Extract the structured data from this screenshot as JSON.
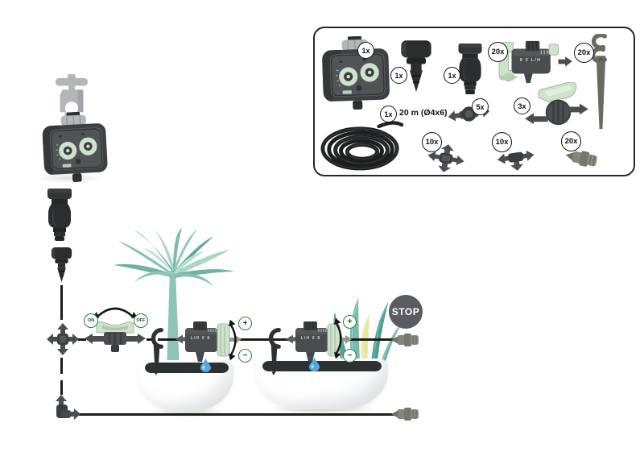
{
  "kit_box": {
    "items": [
      {
        "id": "water-timer",
        "qty": "1x"
      },
      {
        "id": "tap-adapter",
        "qty": "1x"
      },
      {
        "id": "tube-adapter",
        "qty": "1x"
      },
      {
        "id": "adjustable-dripper",
        "qty": "20x",
        "body_text": "8 0 L/H"
      },
      {
        "id": "hook-stake",
        "qty": "20x"
      },
      {
        "id": "distribution-hose",
        "qty": "1x",
        "label": "20 m (Ø4x6)"
      },
      {
        "id": "straight-connector",
        "qty": "5x"
      },
      {
        "id": "shut-off-valve",
        "qty": "3x"
      },
      {
        "id": "cross-connector",
        "qty": "10x"
      },
      {
        "id": "tee-connector",
        "qty": "10x"
      },
      {
        "id": "end-plug",
        "qty": "20x"
      }
    ]
  },
  "diagram": {
    "valve_on": "ON",
    "valve_off": "OFF",
    "stop": "STOP",
    "drippers": [
      {
        "body_text": "L/H 0 8",
        "plus": "+",
        "minus": "−"
      },
      {
        "body_text": "L/H 0 8",
        "plus": "+",
        "minus": "−"
      }
    ]
  },
  "colors": {
    "mint": "#cfe2cc",
    "component_gray": "#4a4d50",
    "part_black": "#2b2d2f",
    "line": "#1c1c1a",
    "badge_green_border": "#2f7c3b",
    "stop_bg": "#595d61",
    "drop_blue": "#54a7e1",
    "plant_teal": "#7cbcab",
    "fern_yellow": "#e9e6a0"
  }
}
